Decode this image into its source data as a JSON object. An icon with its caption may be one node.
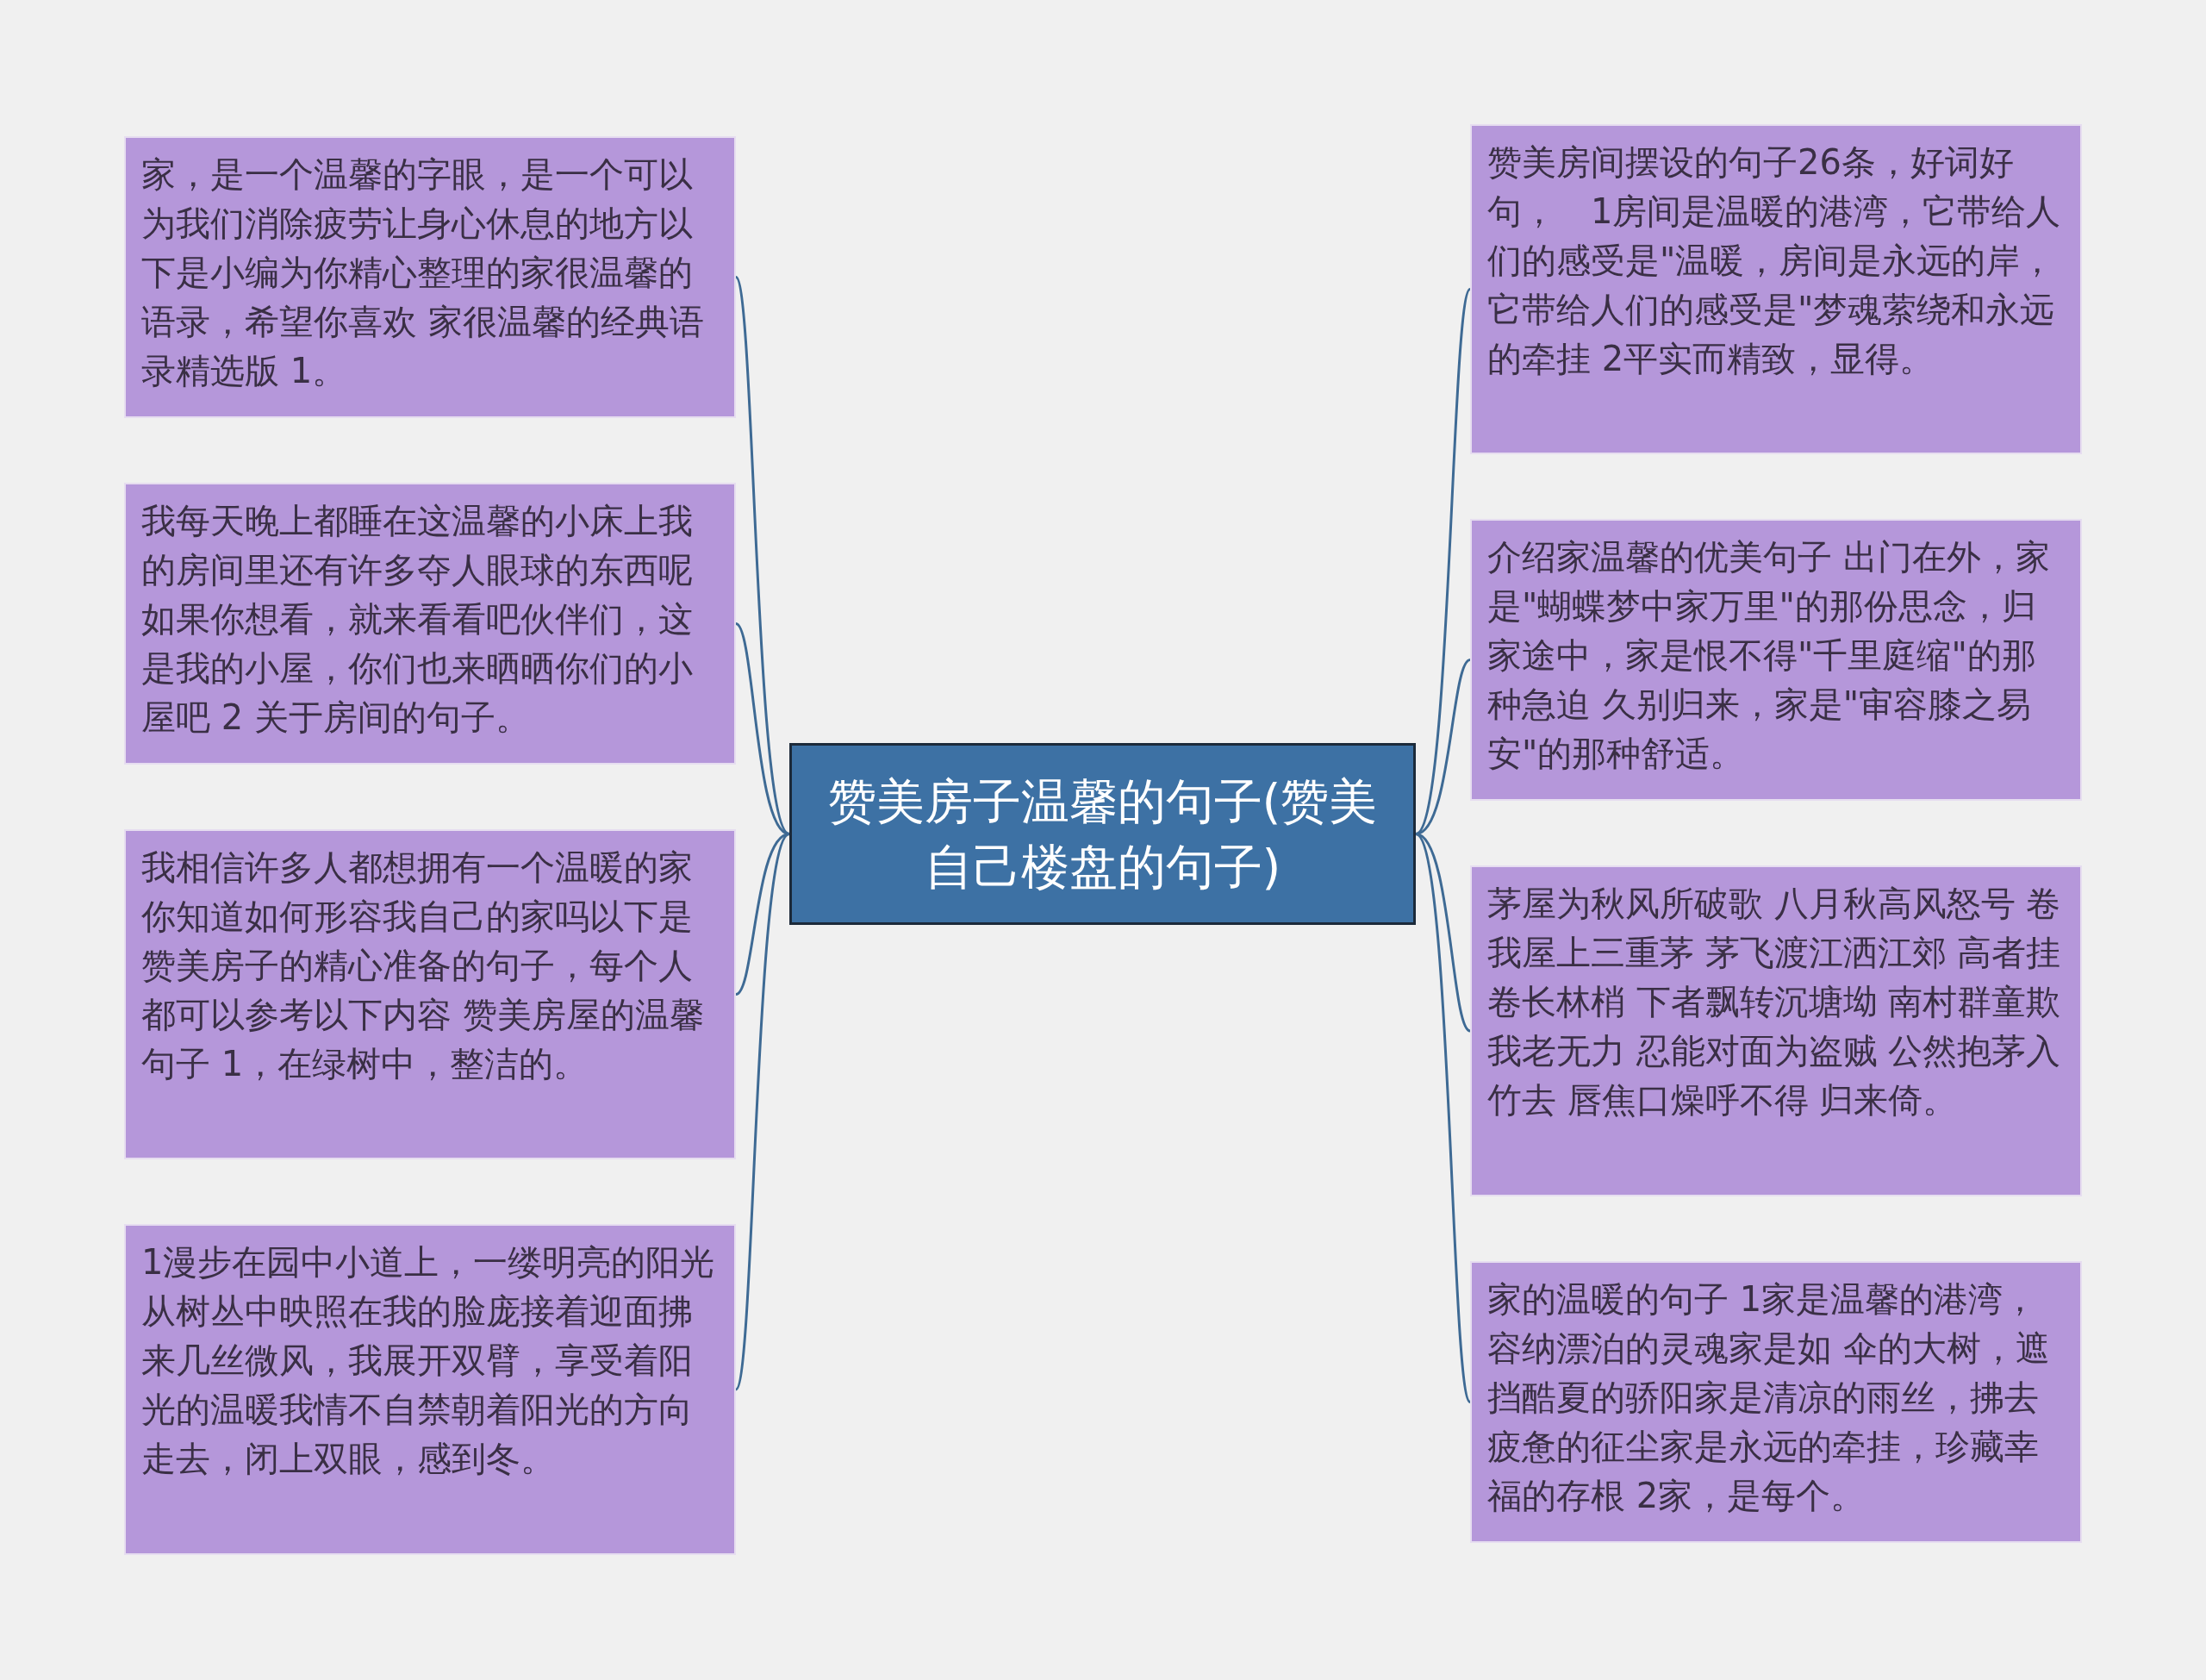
{
  "diagram": {
    "nodes": [
      {
        "text": [
          "赞美房子温馨的句子(赞美自己楼盘的句子)"
        ]
      },
      {
        "text": [
          "家，是一个温馨的字眼，是一个可以为我们消除疲劳让身心休息的地方以下是小编为你精心整理的家很温馨的语录，希望你喜欢 家很温馨的经典语录精选版 1。"
        ]
      },
      {
        "text": [
          "我每天晚上都睡在这温馨的小床上我的房间里还有许多夺人眼球的东西呢如果你想看，就来看看吧伙伴们，这是我的小屋，你们也来晒晒你们的小屋吧 2 关于房间的句子。"
        ]
      },
      {
        "text": [
          "我相信许多人都想拥有一个温暖的家你知道如何形容我自己的家吗以下是赞美房子的精心准备的句子，每个人都可以参考以下内容 赞美房屋的温馨句子 1，在绿树中，整洁的。"
        ]
      },
      {
        "text": [
          "1漫步在园中小道上，一缕明亮的阳光从树丛中映照在我的脸庞接着迎面拂来几丝微风，我展开双臂，享受着阳光的温暖我情不自禁朝着阳光的方向走去，闭上双眼，感到冬。"
        ]
      },
      {
        "text": [
          "赞美房间摆设的句子26条，好词好句，　1房间是温暖的港湾，它带给人们的感受是\"温暖，房间是永远的岸，它带给人们的感受是\"梦魂萦绕和永远的牵挂 2平实而精致，显得。"
        ]
      },
      {
        "text": [
          "介绍家温馨的优美句子 出门在外，家是\"蝴蝶梦中家万里\"的那份思念，归家途中，家是恨不得\"千里庭缩\"的那种急迫 久别归来，家是\"审容膝之易安\"的那种舒适。"
        ]
      },
      {
        "text": [
          "茅屋为秋风所破歌 八月秋高风怒号 卷我屋上三重茅 茅飞渡江洒江郊 高者挂卷长林梢 下者飘转沉塘坳 南村群童欺我老无力 忍能对面为盗贼 公然抱茅入竹去 唇焦口燥呼不得 归来倚。"
        ]
      },
      {
        "text": [
          "家的温暖的句子 1家是温馨的港湾，容纳漂泊的灵魂家是如 伞的大树，遮挡酷夏的骄阳家是清凉的雨丝，拂去疲惫的征尘家是永远的牵挂，珍藏幸福的存根 2家，是每个。"
        ]
      }
    ],
    "edges": [
      {
        "from": 0,
        "to": 1,
        "arrow": "none"
      },
      {
        "from": 0,
        "to": 2,
        "arrow": "none"
      },
      {
        "from": 0,
        "to": 3,
        "arrow": "none"
      },
      {
        "from": 0,
        "to": 4,
        "arrow": "none"
      },
      {
        "from": 0,
        "to": 5,
        "arrow": "none"
      },
      {
        "from": 0,
        "to": 6,
        "arrow": "none"
      },
      {
        "from": 0,
        "to": 7,
        "arrow": "none"
      },
      {
        "from": 0,
        "to": 8,
        "arrow": "none"
      }
    ]
  }
}
